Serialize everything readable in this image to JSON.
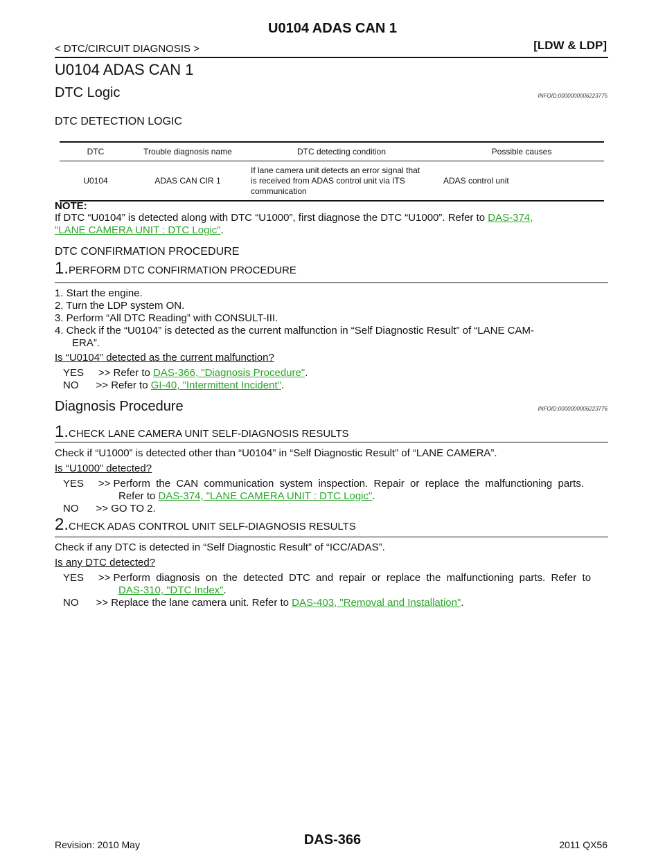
{
  "header": {
    "title": "U0104 ADAS CAN 1",
    "breadcrumb": "< DTC/CIRCUIT DIAGNOSIS >",
    "section": "[LDW & LDP]"
  },
  "page_title": "U0104 ADAS CAN 1",
  "dtc_logic": {
    "heading": "DTC Logic",
    "infoid": "INFOID:0000000006223775",
    "subheading": "DTC DETECTION LOGIC",
    "table": {
      "headers": [
        "DTC",
        "Trouble diagnosis name",
        "DTC detecting condition",
        "Possible causes"
      ],
      "row": {
        "dtc": "U0104",
        "name": "ADAS CAN CIR 1",
        "condition_lines": [
          "If lane camera unit detects an error signal that",
          "is received from ADAS control unit via ITS",
          "communication"
        ],
        "cause": "ADAS control unit"
      }
    },
    "note_label": "NOTE:",
    "note_line1": "If  DTC  “U0104”  is  detected  along  with  DTC  “U1000”,  first  diagnose  the  DTC  “U1000”.  Refer  to",
    "note_link_part1": "DAS-374,",
    "note_link_part2": "\"LANE CAMERA UNIT : DTC Logic\"",
    "note_end": "."
  },
  "confirmation": {
    "heading": "DTC CONFIRMATION PROCEDURE",
    "step_num": "1.",
    "step_title": "PERFORM DTC CONFIRMATION PROCEDURE",
    "items": [
      "1.   Start the engine.",
      "2.   Turn the LDP system ON.",
      "3.   Perform “All DTC Reading” with CONSULT-III."
    ],
    "item4_line1": "4.   Check  if  the  “U0104”  is  detected  as  the  current  malfunction  in  “Self  Diagnostic  Result”  of  “LANE  CAM-",
    "item4_line2": "ERA”.",
    "question": "Is “U0104” detected as the current malfunction?",
    "yes_prefix": "YES     >> Refer to ",
    "yes_link": "DAS-366, \"Diagnosis Procedure\"",
    "yes_end": ".",
    "no_prefix": "NO      >> Refer to ",
    "no_link": "GI-40, \"Intermittent Incident\"",
    "no_end": "."
  },
  "diagnosis": {
    "heading": "Diagnosis Procedure",
    "infoid": "INFOID:0000000006223776",
    "step1_num": "1.",
    "step1_title": "CHECK LANE CAMERA UNIT SELF-DIAGNOSIS RESULTS",
    "step1_text": "Check if “U1000” is detected other than “U0104” in “Self Diagnostic Result” of “LANE CAMERA”.",
    "step1_question": "Is “U1000” detected?",
    "step1_yes_line1": "YES     >> Perform  the  CAN  communication  system  inspection.  Repair  or  replace  the  malfunctioning  parts.",
    "step1_yes_refer": "Refer to ",
    "step1_yes_link": "DAS-374, \"LANE CAMERA UNIT : DTC Logic\"",
    "step1_yes_end": ".",
    "step1_no": "NO      >> GO TO 2.",
    "step2_num": "2.",
    "step2_title": "CHECK ADAS CONTROL UNIT SELF-DIAGNOSIS RESULTS",
    "step2_text": "Check if any DTC is detected in “Self Diagnostic Result” of “ICC/ADAS”.",
    "step2_question": "Is any DTC detected?",
    "step2_yes_line1": "YES     >> Perform  diagnosis  on  the  detected  DTC  and  repair  or  replace  the  malfunctioning  parts.  Refer  to",
    "step2_yes_link": "DAS-310, \"DTC Index\"",
    "step2_yes_end": ".",
    "step2_no_prefix": "NO      >> Replace the lane camera unit. Refer to ",
    "step2_no_link": "DAS-403, \"Removal and Installation\"",
    "step2_no_end": "."
  },
  "footer": {
    "revision": "Revision: 2010 May",
    "page": "DAS-366",
    "model": "2011 QX56"
  },
  "colors": {
    "link": "#2aa52a",
    "text": "#111111"
  }
}
